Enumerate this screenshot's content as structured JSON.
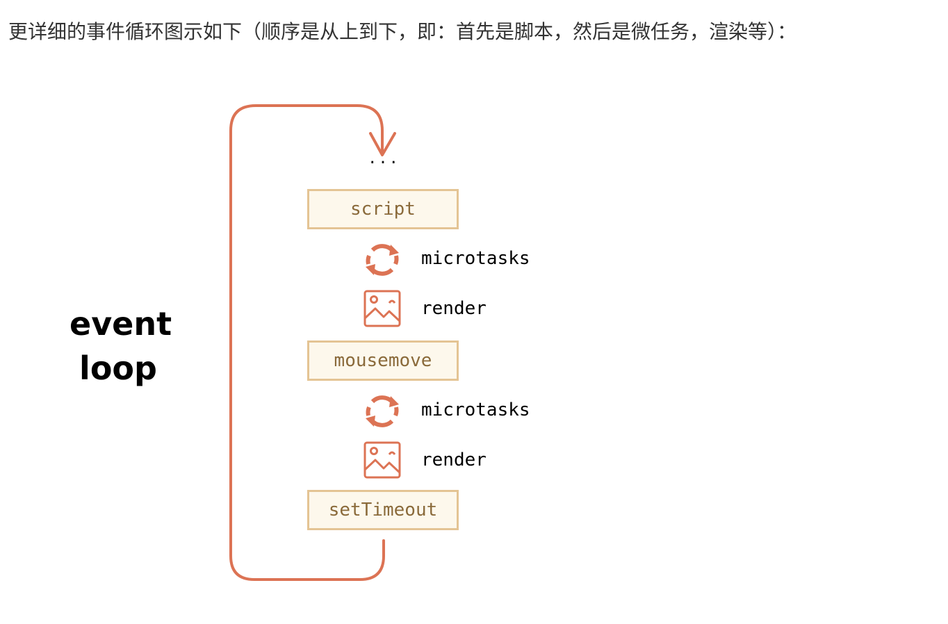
{
  "intro": {
    "text": "更详细的事件循环图示如下（顺序是从上到下，即：首先是脚本，然后是微任务，渲染等）："
  },
  "diagram": {
    "loop_label_line1": "event",
    "loop_label_line2": "loop",
    "ellipsis": "...",
    "steps": [
      {
        "kind": "task",
        "label": "script"
      },
      {
        "kind": "microtasks",
        "label": "microtasks",
        "icon": "refresh-cycle-icon"
      },
      {
        "kind": "render",
        "label": "render",
        "icon": "image-picture-icon"
      },
      {
        "kind": "task",
        "label": "mousemove"
      },
      {
        "kind": "microtasks",
        "label": "microtasks",
        "icon": "refresh-cycle-icon"
      },
      {
        "kind": "render",
        "label": "render",
        "icon": "image-picture-icon"
      },
      {
        "kind": "task",
        "label": "setTimeout"
      }
    ],
    "colors": {
      "loop_arrow": "#dc7354",
      "task_border": "#e4c494",
      "task_fill": "#fdf8ec",
      "task_text": "#8a6a3a",
      "icon": "#dc7354"
    }
  }
}
